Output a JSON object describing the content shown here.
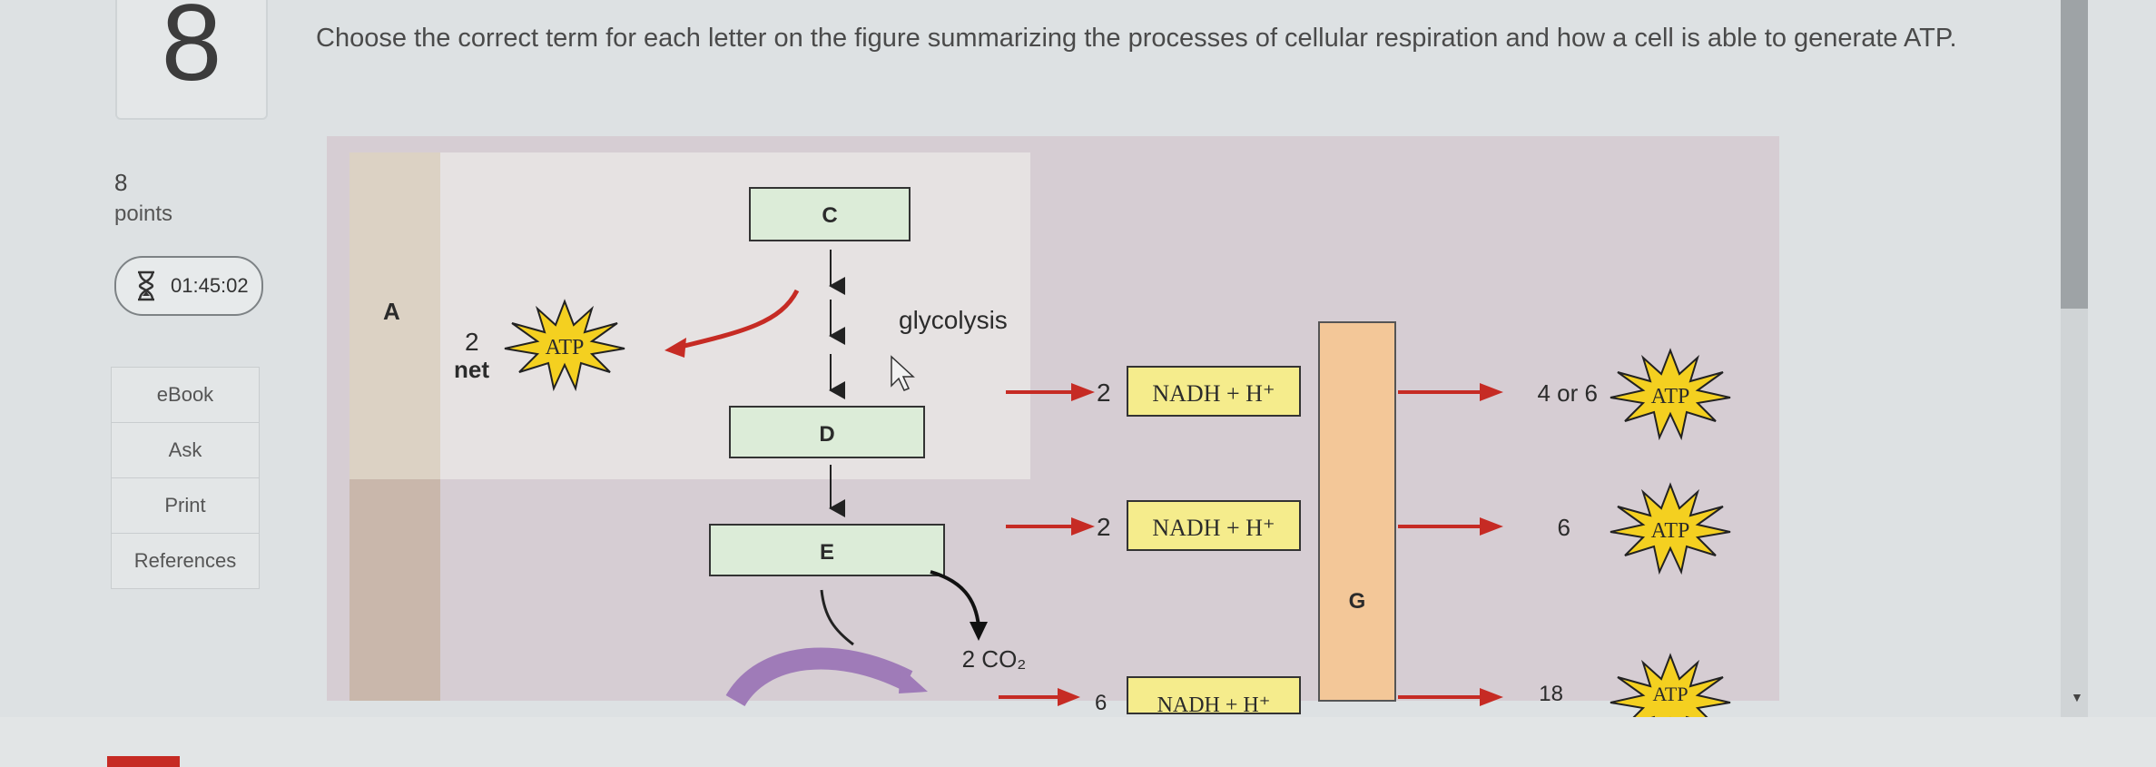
{
  "question": {
    "number": "8",
    "text": "Choose the correct term for each letter on the figure summarizing the processes of cellular respiration and how a cell is able to generate ATP."
  },
  "points": {
    "value": "8",
    "label": "points"
  },
  "timer": {
    "value": "01:45:02",
    "icon": "hourglass-icon"
  },
  "sidebar": {
    "items": [
      {
        "label": "eBook"
      },
      {
        "label": "Ask"
      },
      {
        "label": "Print"
      },
      {
        "label": "References"
      }
    ]
  },
  "figure": {
    "label_a": "A",
    "label_c": "C",
    "label_d": "D",
    "label_e": "E",
    "label_g": "G",
    "glycolysis": "glycolysis",
    "net_count": "2",
    "net_label": "net",
    "atp": "ATP",
    "nadh_1": {
      "count": "2",
      "text": "NADH + H⁺"
    },
    "nadh_2": {
      "count": "2",
      "text": "NADH + H⁺"
    },
    "nadh_3": {
      "count": "6",
      "text": "NADH + H⁺"
    },
    "co2": "2 CO₂",
    "yield_1": "4 or 6",
    "yield_2": "6",
    "yield_3": "18"
  },
  "colors": {
    "accent_red": "#c62b24",
    "box_green": "#dcecd8",
    "box_yellow": "#f5ec8c",
    "atp_yellow": "#f4d020",
    "column_tan": "#f3c798",
    "region_mauve": "#d7cdd4"
  }
}
